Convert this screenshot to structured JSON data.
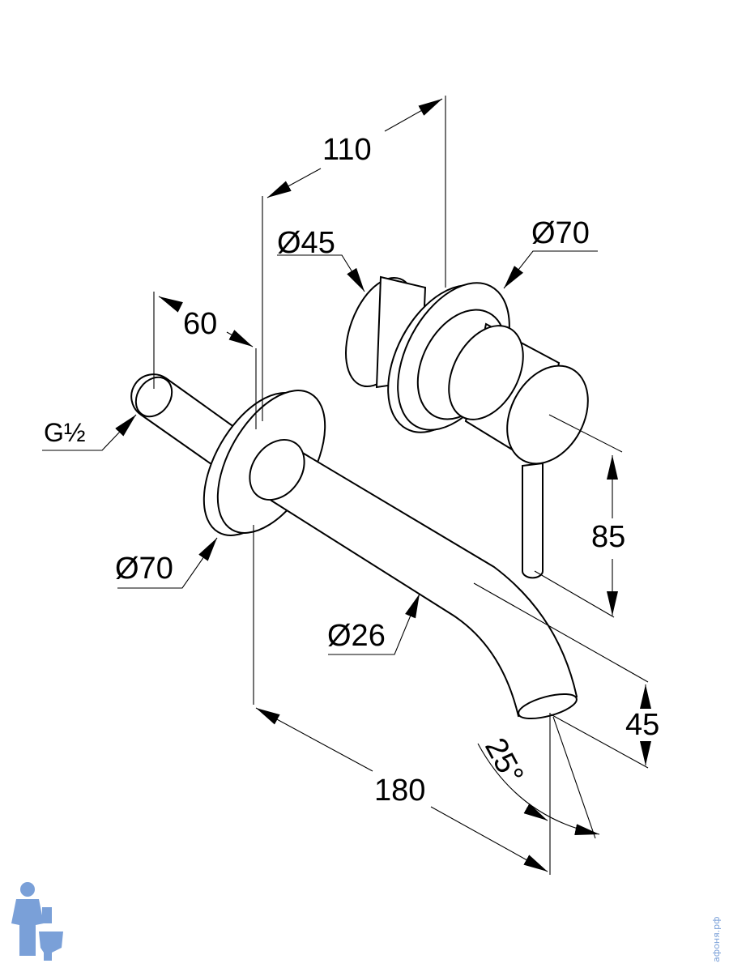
{
  "dimensions": {
    "width_110": "110",
    "height_60": "60",
    "rosette_valve_dia": "Ø70",
    "cartridge_dia": "Ø45",
    "rosette_spout_dia": "Ø70",
    "thread": "G½",
    "spout_dia": "Ø26",
    "lever_height": "85",
    "outlet_height": "45",
    "projection_180": "180",
    "spout_angle": "25°"
  },
  "watermark": {
    "vertical_text": "афоня.рф"
  },
  "colors": {
    "line": "#000000",
    "watermark": "#7aa0d8"
  }
}
